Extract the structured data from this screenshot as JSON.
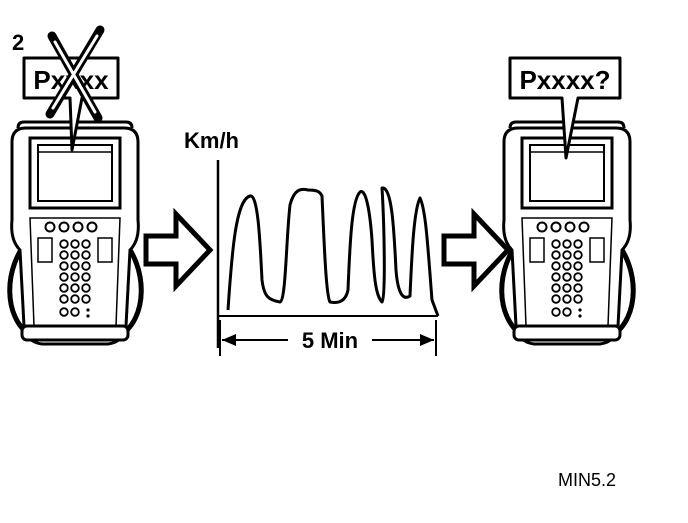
{
  "figure": {
    "step_number": "2",
    "left_scanner_code": "Pxxxx",
    "right_scanner_code": "Pxxxx?",
    "speed_axis_label": "Km/h",
    "duration_label": "5 Min",
    "figure_id": "MIN5.2"
  },
  "colors": {
    "ink": "#000000",
    "paper": "#ffffff"
  },
  "icons": {
    "cancel_mark": "x-cross-icon",
    "flow_arrow": "right-arrow-icon",
    "device": "scan-tool-icon"
  }
}
